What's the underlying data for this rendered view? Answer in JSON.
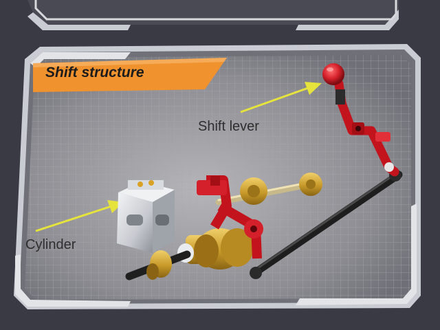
{
  "panel": {
    "title": "Shift structure",
    "accent_color": "#f0922e"
  },
  "callouts": {
    "shift_lever": "Shift lever",
    "cylinder": "Cylinder"
  },
  "colors": {
    "frame": "#c9ccd2",
    "panel_bg": "#8f8f95",
    "arrow": "#e6e43c",
    "part_red": "#d4202a",
    "part_gold": "#c89a2a",
    "part_silver": "#d8dbe0",
    "part_black": "#222222"
  }
}
